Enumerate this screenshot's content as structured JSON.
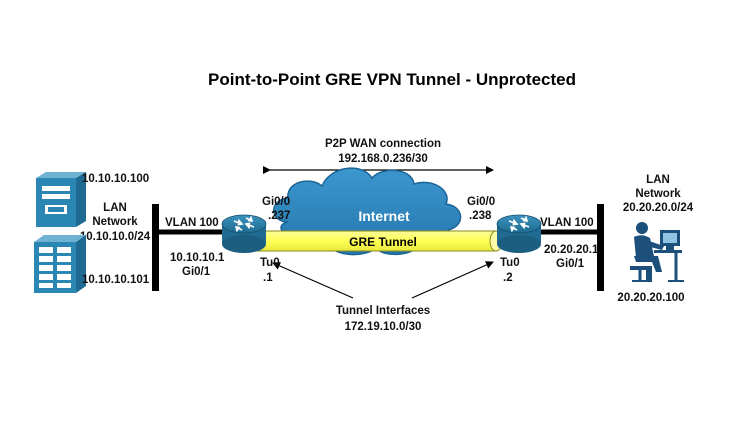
{
  "title": "Point-to-Point GRE VPN Tunnel - Unprotected",
  "wan": {
    "label": "P2P WAN  connection",
    "subnet": "192.168.0.236/30",
    "cloud_label": "Internet"
  },
  "tunnel": {
    "label": "GRE Tunnel",
    "interfaces_label": "Tunnel Interfaces",
    "subnet": "172.19.10.0/30"
  },
  "left_site": {
    "server_top_ip": "10.10.10.100",
    "server_bottom_ip": "10.10.10.101",
    "lan_line1": "LAN",
    "lan_line2": "Network",
    "lan_line3": "10.10.10.0/24",
    "vlan": "VLAN 100",
    "lan_ip": "10.10.10.1",
    "lan_if": "Gi0/1",
    "wan_if": "Gi0/0",
    "wan_host": ".237",
    "tun_if": "Tu0",
    "tun_host": ".1"
  },
  "right_site": {
    "lan_line1": "LAN",
    "lan_line2": "Network",
    "lan_line3": "20.20.20.0/24",
    "vlan": "VLAN 100",
    "lan_ip": "20.20.20.1",
    "lan_if": "Gi0/1",
    "wan_if": "Gi0/0",
    "wan_host": ".238",
    "tun_if": "Tu0",
    "tun_host": ".2",
    "workstation_ip": "20.20.20.100"
  },
  "colors": {
    "router": "#2d7fa8",
    "cloud": "#2e87bf",
    "tunnel": "#ffff66",
    "server": "#2a87b3",
    "user": "#1c4f7a",
    "line": "#000000"
  },
  "icons": {
    "left_router": "router-icon",
    "right_router": "router-icon",
    "cloud": "cloud-icon",
    "server_top": "server-icon",
    "server_bottom": "server-rack-icon",
    "workstation": "user-workstation-icon"
  }
}
